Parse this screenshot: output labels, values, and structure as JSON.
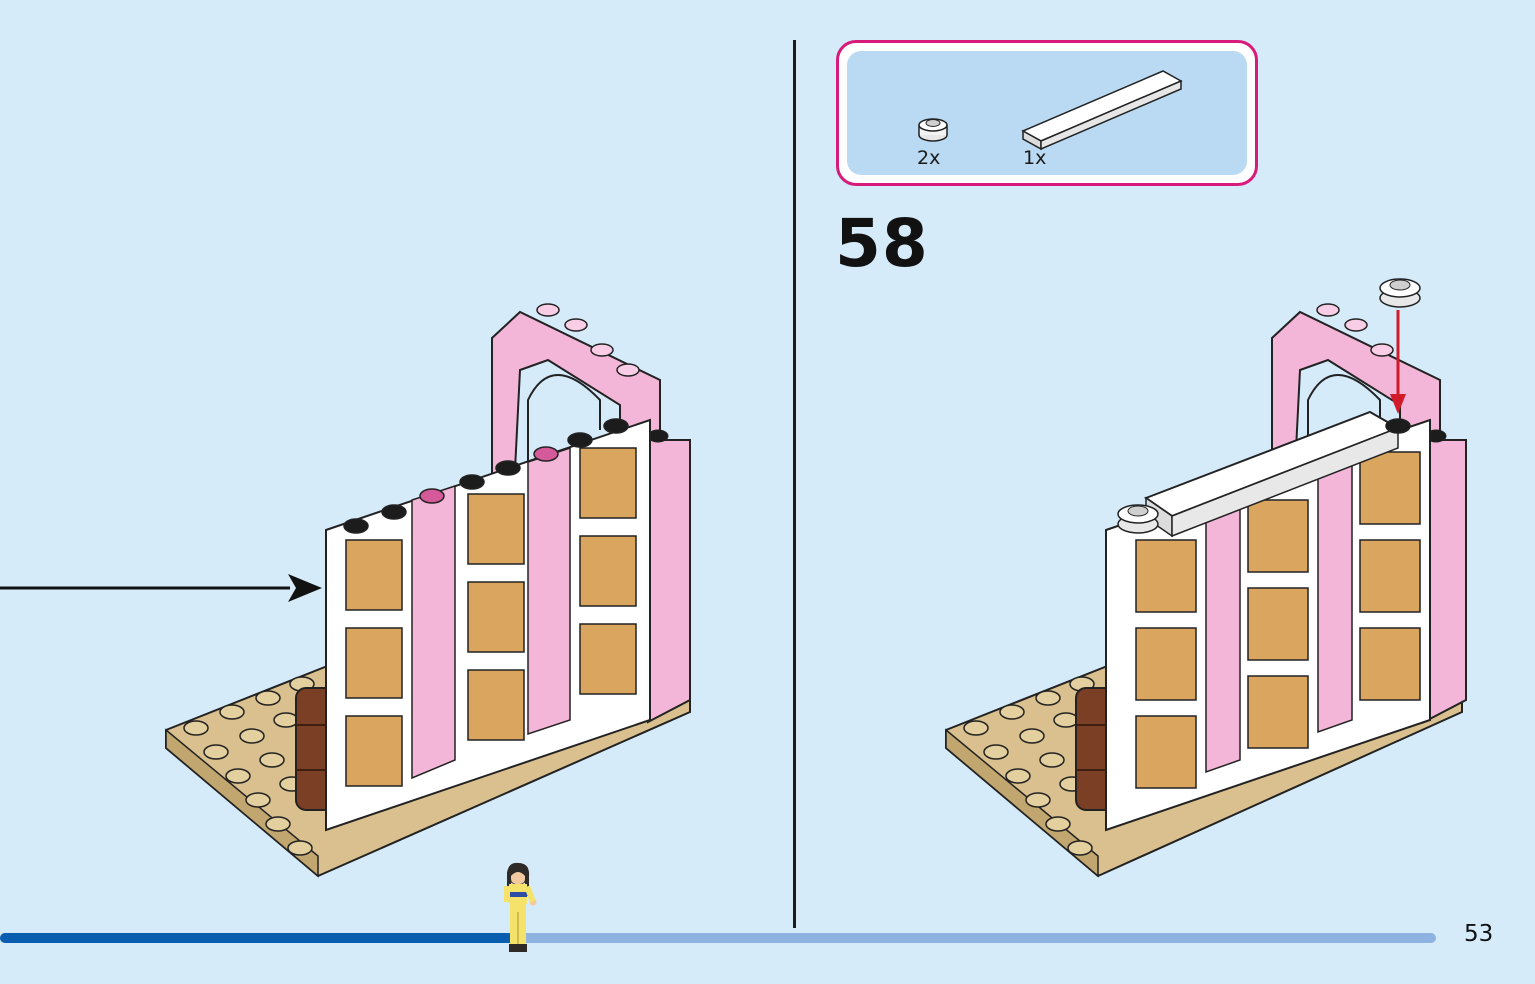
{
  "parts_list": {
    "items": [
      {
        "part": "round-plate-1x1-white-icon",
        "quantity": "2x"
      },
      {
        "part": "tile-1x6-white-icon",
        "quantity": "1x"
      }
    ]
  },
  "step": {
    "number": "58"
  },
  "page": {
    "number": "53"
  },
  "progress": {
    "fraction": 0.36
  },
  "colors": {
    "background": "#d5ebfa",
    "parts_box_border": "#d81b7a",
    "parts_box_fill": "#b9daf2",
    "progress_done": "#0a5eb0",
    "progress_remaining": "#8fb3e0",
    "brick_pink": "#f4b6d8",
    "brick_white": "#ffffff",
    "baseplate_tan": "#d9c08e",
    "lattice_orange": "#d9a55f",
    "arrow_red": "#d11a2a"
  }
}
